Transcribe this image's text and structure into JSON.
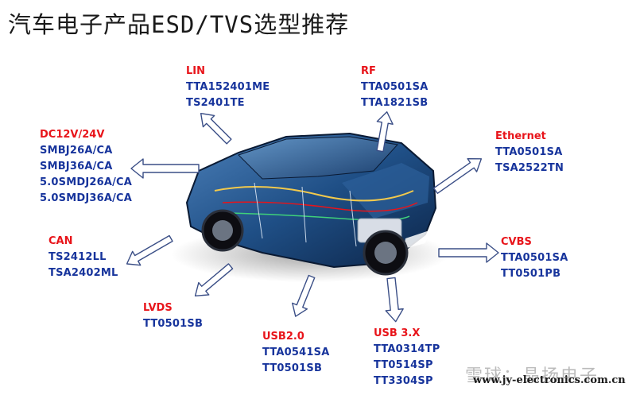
{
  "title": "汽车电子产品ESD/TVS选型推荐",
  "colors": {
    "header": "#e8141a",
    "part": "#17349c",
    "arrow": "#3a4e86"
  },
  "groups": {
    "lin": {
      "name": "LIN",
      "parts": [
        "TTA152401ME",
        "TS2401TE"
      ]
    },
    "rf": {
      "name": "RF",
      "parts": [
        "TTA0501SA",
        "TTA1821SB"
      ]
    },
    "ethernet": {
      "name": "Ethernet",
      "parts": [
        "TTA0501SA",
        "TSA2522TN"
      ]
    },
    "dc": {
      "name": "DC12V/24V",
      "parts": [
        "SMBJ26A/CA",
        "SMBJ36A/CA",
        "5.0SMDJ26A/CA",
        "5.0SMDJ36A/CA"
      ]
    },
    "can": {
      "name": "CAN",
      "parts": [
        "TS2412LL",
        "TSA2402ML"
      ]
    },
    "cvbs": {
      "name": "CVBS",
      "parts": [
        "TTA0501SA",
        "TT0501PB"
      ]
    },
    "lvds": {
      "name": "LVDS",
      "parts": [
        "TT0501SB"
      ]
    },
    "usb2": {
      "name": "USB2.0",
      "parts": [
        "TTA0541SA",
        "TT0501SB"
      ]
    },
    "usb3": {
      "name": "USB 3.X",
      "parts": [
        "TTA0314TP",
        "TT0514SP",
        "TT3304SP"
      ]
    }
  },
  "watermark": {
    "source": "雪球：晶扬电子",
    "site": "www.jy-electronics.com.cn"
  }
}
